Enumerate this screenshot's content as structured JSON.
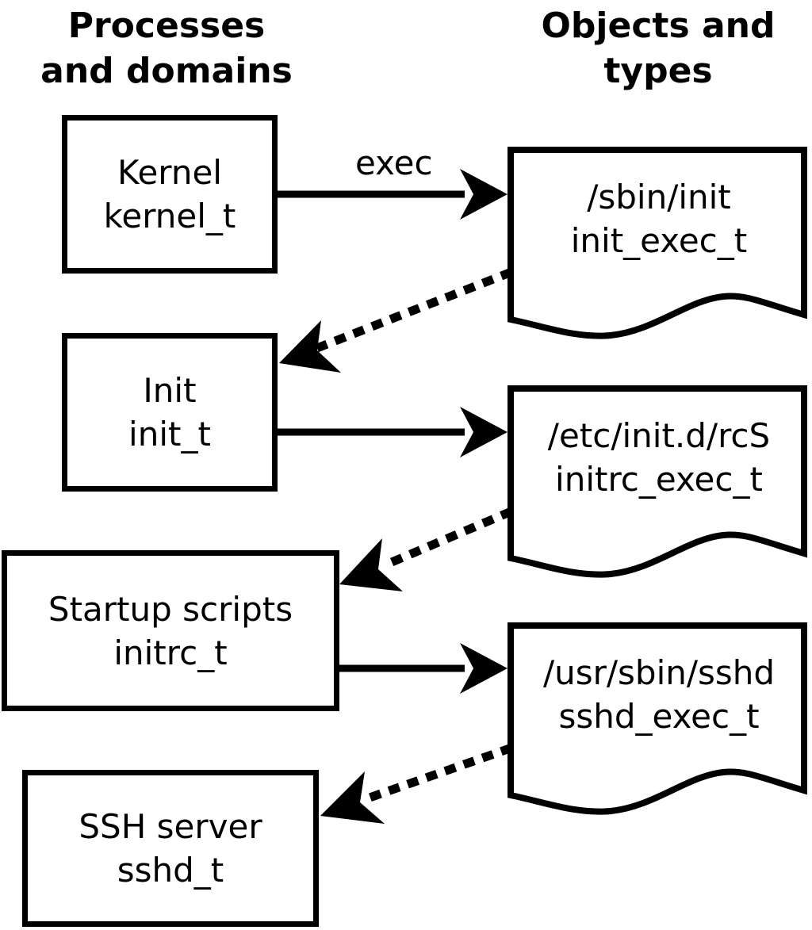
{
  "headers": {
    "left": "Processes\nand domains",
    "right": "Objects and\ntypes"
  },
  "processes": [
    {
      "name": "kernel",
      "line1": "Kernel",
      "line2": "kernel_t"
    },
    {
      "name": "init",
      "line1": "Init",
      "line2": "init_t"
    },
    {
      "name": "initrc",
      "line1": "Startup scripts",
      "line2": "initrc_t"
    },
    {
      "name": "sshd",
      "line1": "SSH server",
      "line2": "sshd_t"
    }
  ],
  "objects": [
    {
      "name": "init-exec",
      "line1": "/sbin/init",
      "line2": "init_exec_t"
    },
    {
      "name": "initrc-exec",
      "line1": "/etc/init.d/rcS",
      "line2": "initrc_exec_t"
    },
    {
      "name": "sshd-exec",
      "line1": "/usr/sbin/sshd",
      "line2": "sshd_exec_t"
    }
  ],
  "edges": {
    "exec_label": "exec"
  },
  "colors": {
    "stroke": "#000000",
    "fill": "#ffffff",
    "text": "#000000"
  }
}
